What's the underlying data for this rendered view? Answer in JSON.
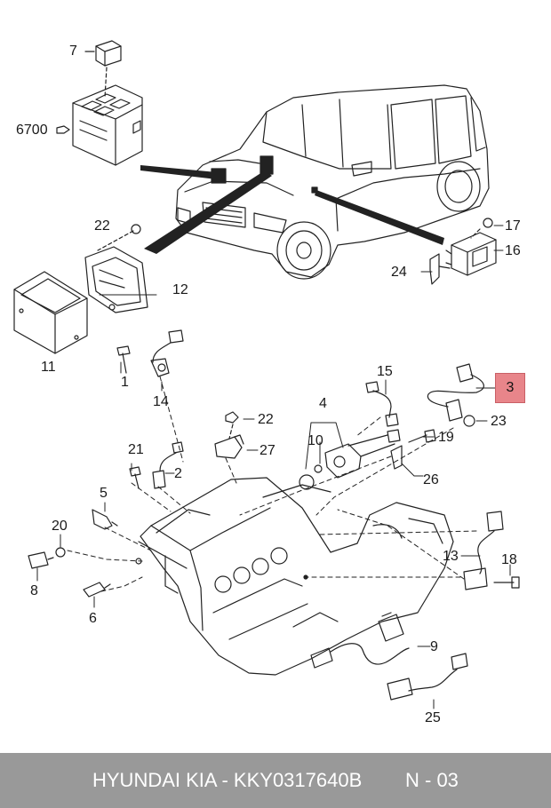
{
  "labels": {
    "l7": "7",
    "l6700": "6700",
    "l22a": "22",
    "l12": "12",
    "l11": "11",
    "l1": "1",
    "l14": "14",
    "l17": "17",
    "l16": "16",
    "l24": "24",
    "l15": "15",
    "l3": "3",
    "l23": "23",
    "l4": "4",
    "l22b": "22",
    "l10": "10",
    "l19": "19",
    "l27": "27",
    "l21": "21",
    "l2": "2",
    "l26": "26",
    "l5": "5",
    "l20": "20",
    "l8": "8",
    "l6": "6",
    "l13": "13",
    "l18": "18",
    "l9": "9",
    "l25": "25"
  },
  "footer": {
    "brand": "HYUNDAI  KIA - KKY0317640B",
    "page": "N - 03"
  },
  "colors": {
    "highlight": "#e8858a",
    "footer_bg": "#999999",
    "line": "#222222"
  }
}
